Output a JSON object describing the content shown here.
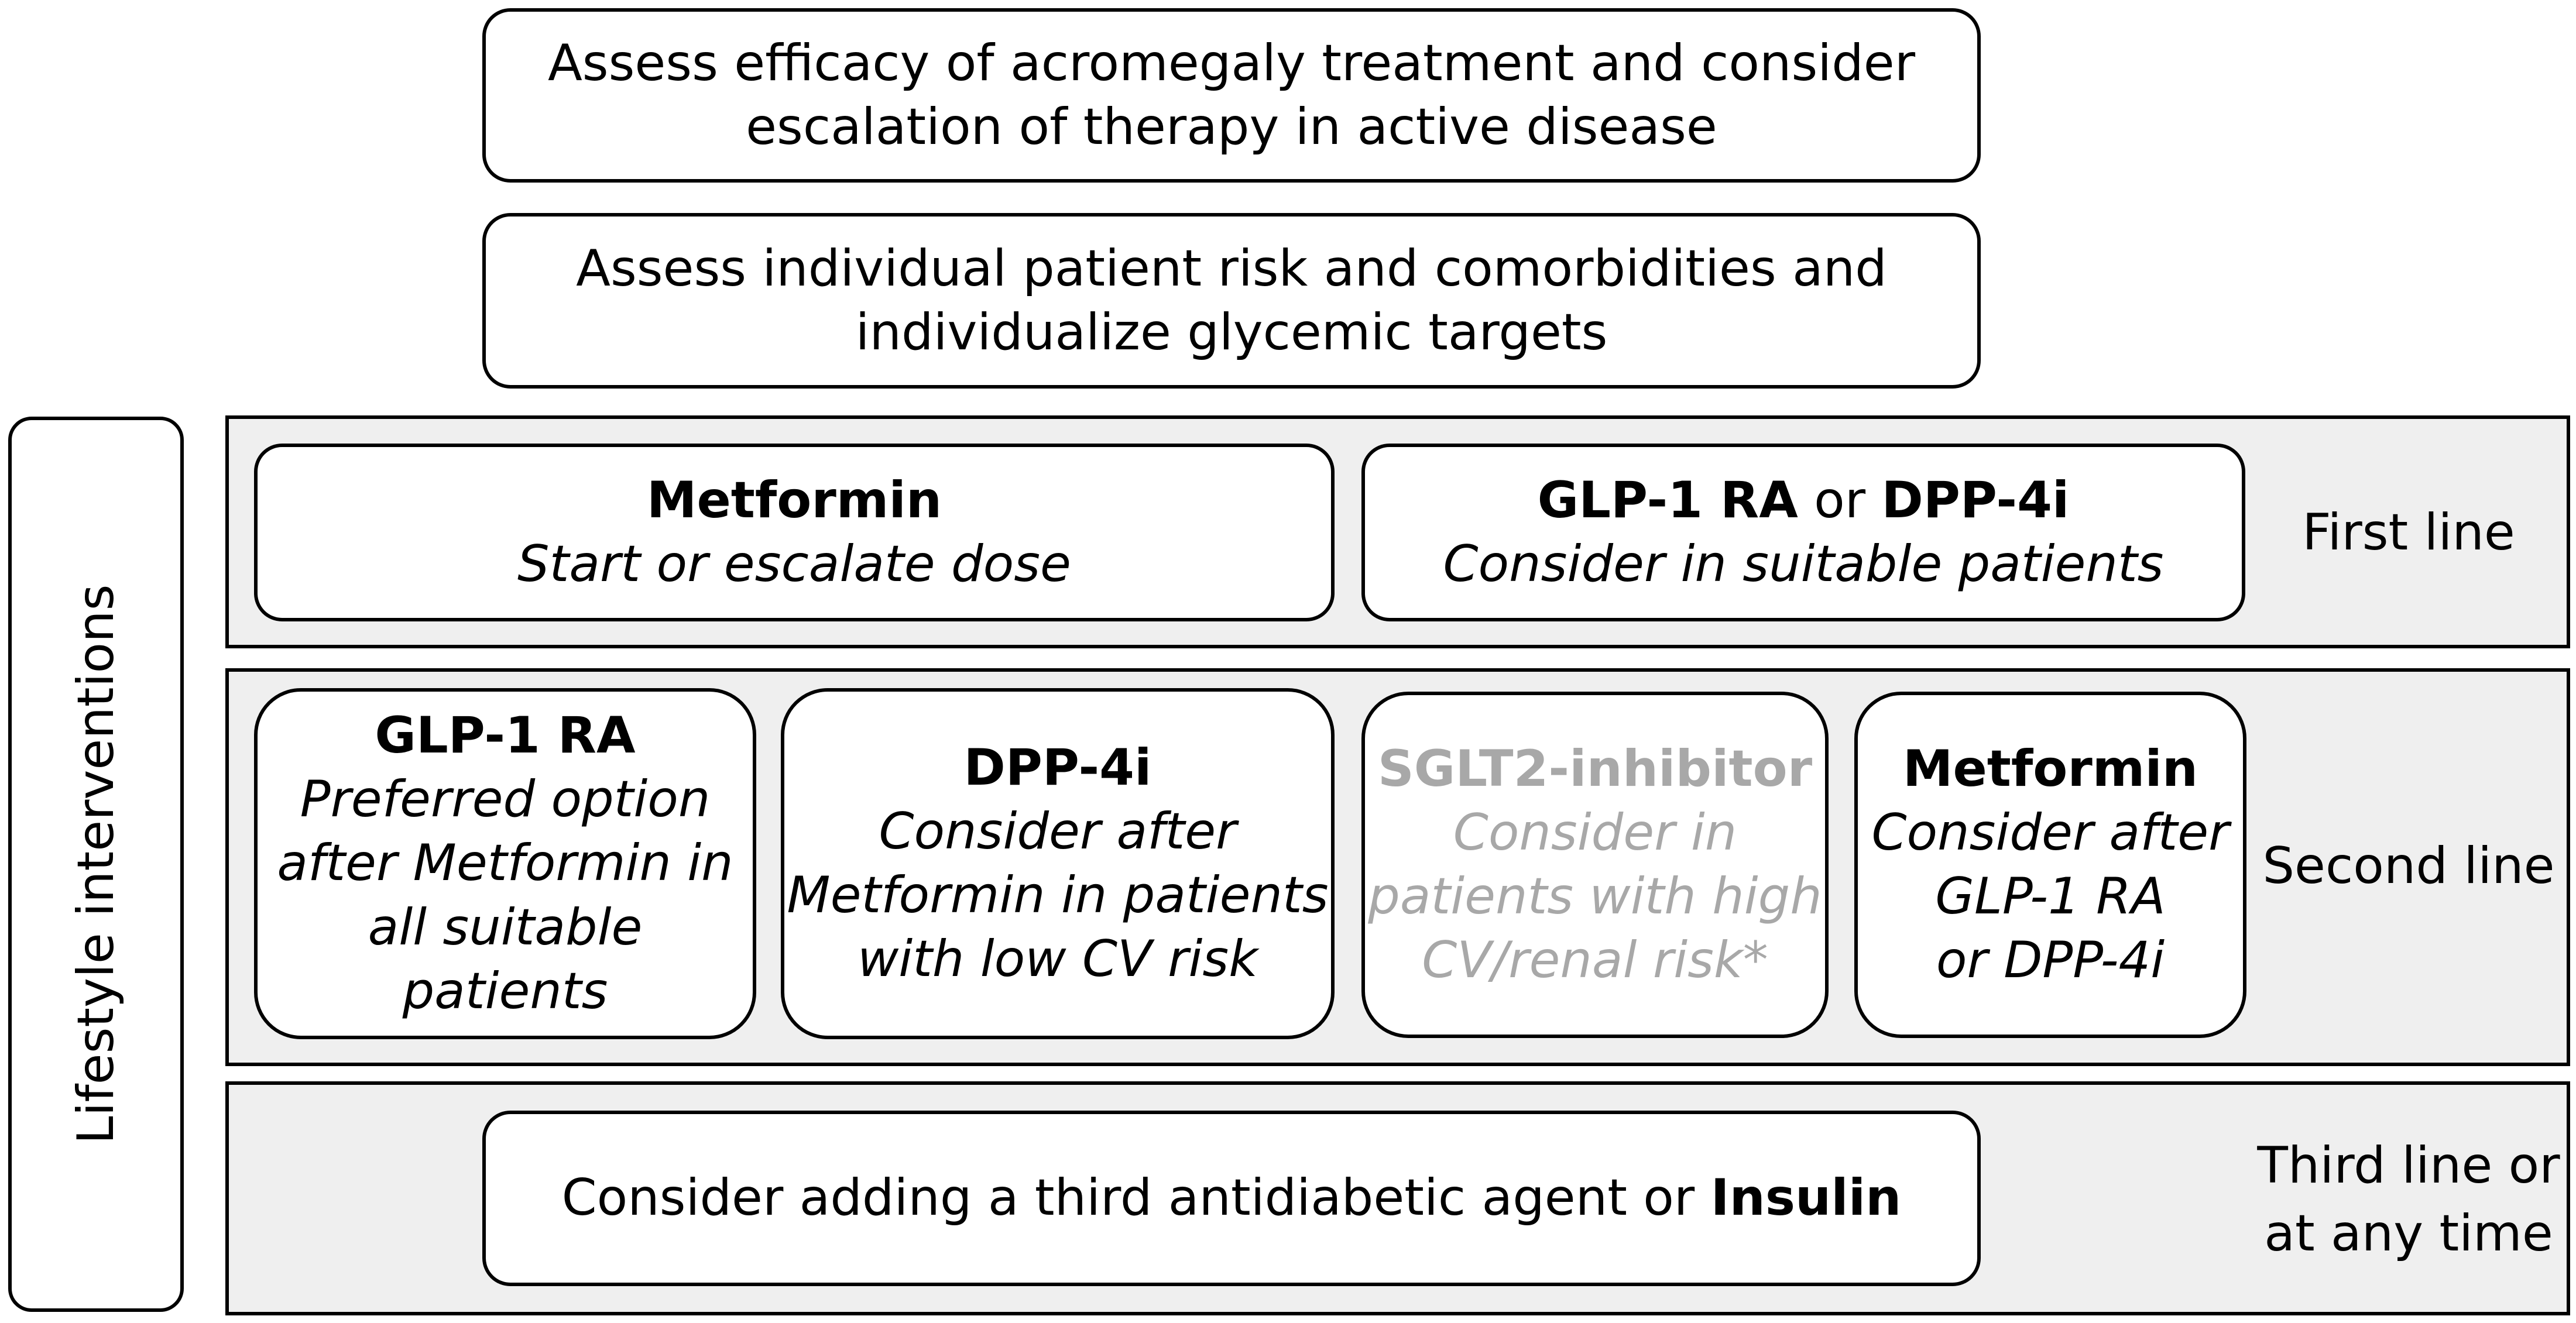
{
  "top_boxes": [
    {
      "line1": "Assess efficacy of acromegaly treatment and consider",
      "line2": "escalation of therapy in active disease"
    },
    {
      "line1": "Assess individual patient risk and comorbidities and",
      "line2": "individualize glycemic targets"
    }
  ],
  "side_label": "Lifestyle interventions",
  "first_line": {
    "label": "First line",
    "metformin": {
      "title": "Metformin",
      "subtitle": "Start or escalate dose"
    },
    "glp": {
      "title_a": "GLP-1 RA",
      "connector": " or ",
      "title_b": "DPP-4i",
      "subtitle": "Consider in suitable patients"
    }
  },
  "second_line": {
    "label": "Second line",
    "boxes": [
      {
        "title": "GLP-1 RA",
        "lines": [
          "Preferred option",
          "after Metformin in",
          "all suitable patients"
        ]
      },
      {
        "title": "DPP-4i",
        "lines": [
          "Consider after",
          "Metformin in patients",
          "with low CV risk"
        ]
      },
      {
        "title": "SGLT2-inhibitor",
        "lines": [
          "Consider in",
          "patients with high",
          "CV/renal risk*"
        ],
        "color": "#a8a8a8"
      },
      {
        "title": "Metformin",
        "lines": [
          "Consider after",
          "GLP-1 RA",
          "or DPP-4i"
        ]
      }
    ]
  },
  "third_line": {
    "label_line1": "Third line or",
    "label_line2": "at any time",
    "text": "Consider adding a third antidiabetic agent or ",
    "bold": "Insulin"
  }
}
